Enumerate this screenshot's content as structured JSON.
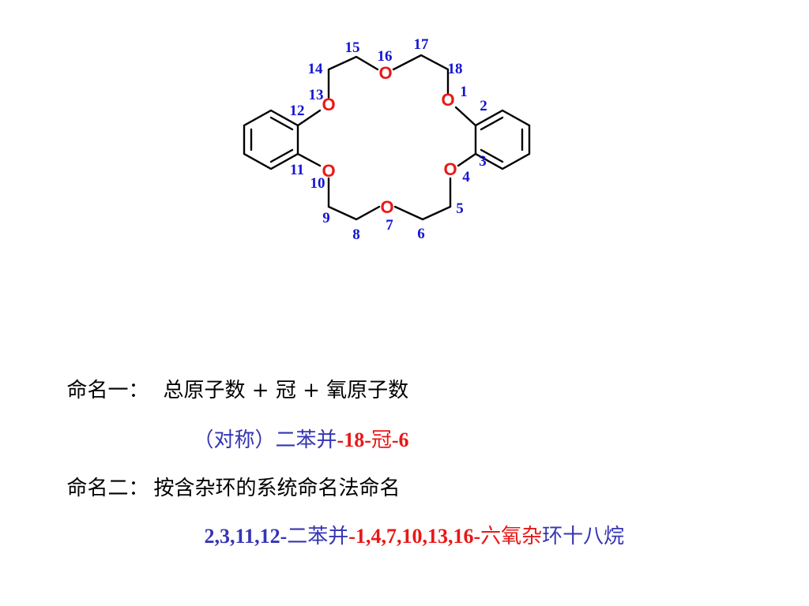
{
  "molecule": {
    "oxygen_label": "O",
    "atom_numbers": [
      "1",
      "2",
      "3",
      "4",
      "5",
      "6",
      "7",
      "8",
      "9",
      "10",
      "11",
      "12",
      "13",
      "14",
      "15",
      "16",
      "17",
      "18"
    ],
    "colors": {
      "bond": "#000000",
      "oxygen": "#e81818",
      "number": "#1414d2"
    }
  },
  "naming": {
    "method1": {
      "label": "命名一：",
      "formula": "总原子数 + 冠 + 氧原子数",
      "example": {
        "prefix": "（对称）二苯并",
        "part1": "-18-",
        "part2": "冠",
        "part3": "-6"
      }
    },
    "method2": {
      "label": "命名二：",
      "desc": "按含杂环的系统命名法命名",
      "example": {
        "part1": "2,3,11,12-",
        "part2": "二苯并",
        "part3": "-1,4,7,10,13,16-",
        "part4": "六氧杂",
        "part5": "环十八烷"
      }
    }
  }
}
